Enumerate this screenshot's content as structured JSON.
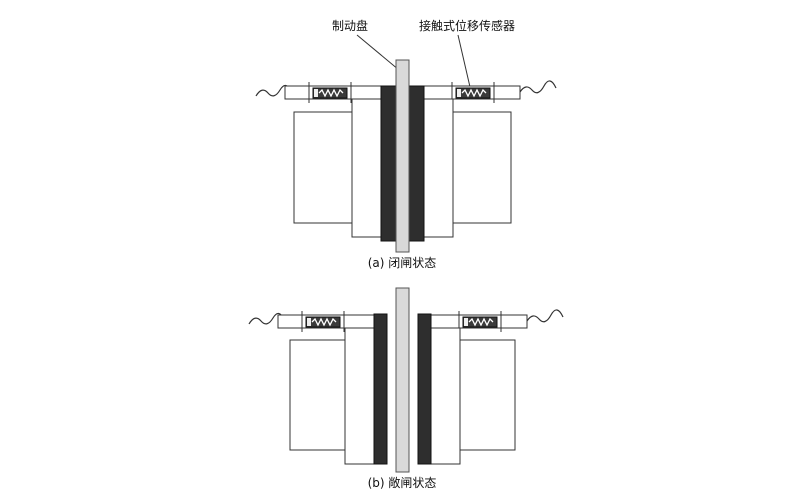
{
  "figure": {
    "label_brake_disc": "制动盘",
    "label_sensor": "接触式位移传感器",
    "caption_a": "(a) 闭闸状态",
    "caption_b": "(b) 敞闸状态",
    "colors": {
      "background": "#ffffff",
      "outline": "#333333",
      "disc_fill": "#d9d9d9",
      "pad_fill": "#2e2e2e",
      "sensor_fill": "#3a3a3a"
    }
  }
}
